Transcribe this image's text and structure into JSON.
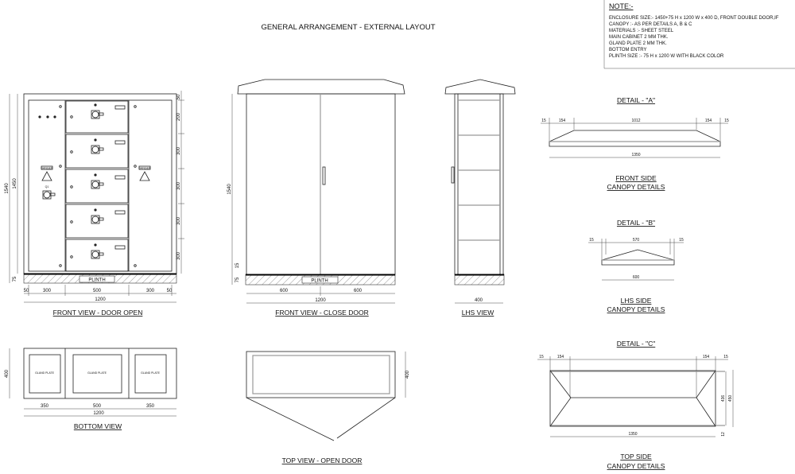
{
  "title": "GENERAL ARRANGEMENT - EXTERNAL LAYOUT",
  "notes": {
    "heading": "NOTE:-",
    "lines": [
      "ENCLOSURE SIZE:- 1450+75 H x 1200 W x 400 D, FRONT DOUBLE DOOR,IF",
      "CANOPY :- AS PER DETAILS A, B & C",
      "MATERIALS :- SHEET STEEL",
      "MAIN CABINET 2 MM THK.",
      "GLAND PLATE 2 MM THK.",
      "BOTTOM ENTRY",
      "PLINTH SIZE :- 75 H x 1200 W WITH BLACK COLOR"
    ]
  },
  "front_open": {
    "caption": "FRONT VIEW - DOOR OPEN",
    "plinth": "PLINTH",
    "danger": "DANGER",
    "switch": "Q1",
    "dim_total_h": "1540",
    "dim_body_h": "1450",
    "dim_plinth_h": "75",
    "dims_right": [
      "50",
      "200",
      "300",
      "300",
      "300",
      "300"
    ],
    "dims_bottom": [
      "50",
      "300",
      "500",
      "300",
      "50"
    ],
    "dim_width": "1200"
  },
  "front_closed": {
    "caption": "FRONT VIEW - CLOSE DOOR",
    "plinth": "PLINTH",
    "dim_h": "1540",
    "dim_15": "15",
    "dim_75": "75",
    "dims_bottom": [
      "600",
      "600"
    ],
    "dim_width": "1200"
  },
  "lhs": {
    "caption": "LHS VIEW",
    "dim_depth": "400"
  },
  "bottom": {
    "caption": "BOTTOM VIEW",
    "gland": "GLAND PLATE",
    "dim_depth": "400",
    "dims": [
      "350",
      "500",
      "350"
    ],
    "dim_width": "1200"
  },
  "top": {
    "caption": "TOP VIEW - OPEN DOOR",
    "dim_depth": "400"
  },
  "detail_a": {
    "title": "DETAIL - \"A\"",
    "dims": [
      "15",
      "154",
      "1012",
      "154",
      "15"
    ],
    "dim_width": "1350",
    "caption1": "FRONT SIDE",
    "caption2": "CANOPY DETAILS"
  },
  "detail_b": {
    "title": "DETAIL - \"B\"",
    "dims": [
      "15",
      "570",
      "15"
    ],
    "dim_width": "600",
    "caption1": "LHS SIDE",
    "caption2": "CANOPY DETAILS"
  },
  "detail_c": {
    "title": "DETAIL - \"C\"",
    "dims": [
      "15",
      "154",
      "154",
      "15"
    ],
    "dim_436": "436",
    "dim_450": "450",
    "dim_12": "12",
    "dim_width": "1350",
    "caption1": "TOP SIDE",
    "caption2": "CANOPY DETAILS"
  }
}
